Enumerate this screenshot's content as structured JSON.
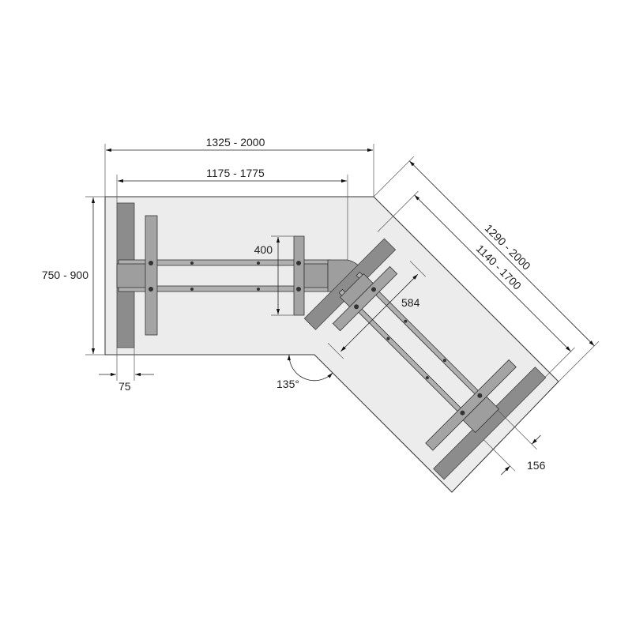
{
  "dimensions": {
    "overall_width_left": "1325 - 2000",
    "frame_width_left": "1175 - 1775",
    "depth": "750 - 900",
    "crossbar_span": "400",
    "foot_offset": "75",
    "angle": "135°",
    "overall_width_angled": "1290 - 2000",
    "frame_width_angled": "1140 - 1700",
    "angled_crossbar_span": "584",
    "angled_foot_offset": "156"
  }
}
